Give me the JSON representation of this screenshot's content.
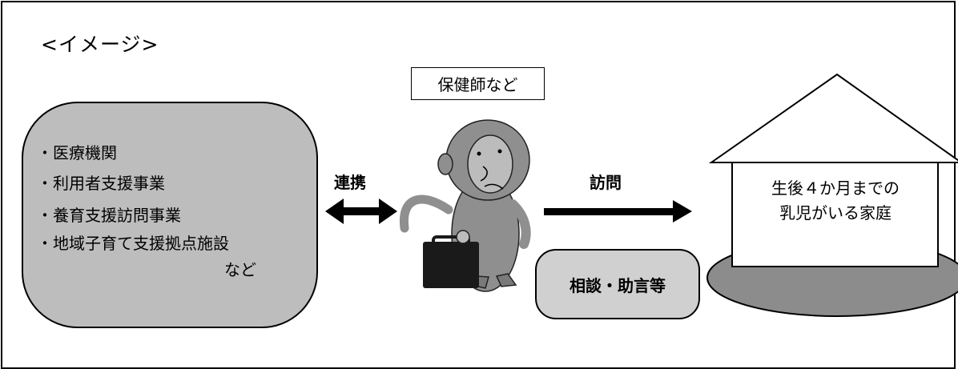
{
  "title": "<イメージ>",
  "role_label": "保健師など",
  "partners": {
    "items": [
      "・医療機関",
      "・利用者支援事業",
      "・養育支援訪問事業",
      "・地域子育て支援拠点施設"
    ],
    "suffix": "など"
  },
  "link_label": "連携",
  "visit_label": "訪問",
  "consult_label": "相談・助言等",
  "house": {
    "line1": "生後４か月までの",
    "line2": "乳児がいる家庭"
  },
  "colors": {
    "partners_fill": "#bdbdbd",
    "consult_fill": "#d0d0d0",
    "ground_fill": "#8c8c8c",
    "monkey_body": "#8f8f8f",
    "monkey_face": "#bcbcbc",
    "bag": "#1a1a1a"
  },
  "icons": {
    "character": "monkey-with-briefcase-icon",
    "house": "house-icon",
    "double_arrow": "double-arrow-icon",
    "right_arrow": "right-arrow-icon"
  }
}
